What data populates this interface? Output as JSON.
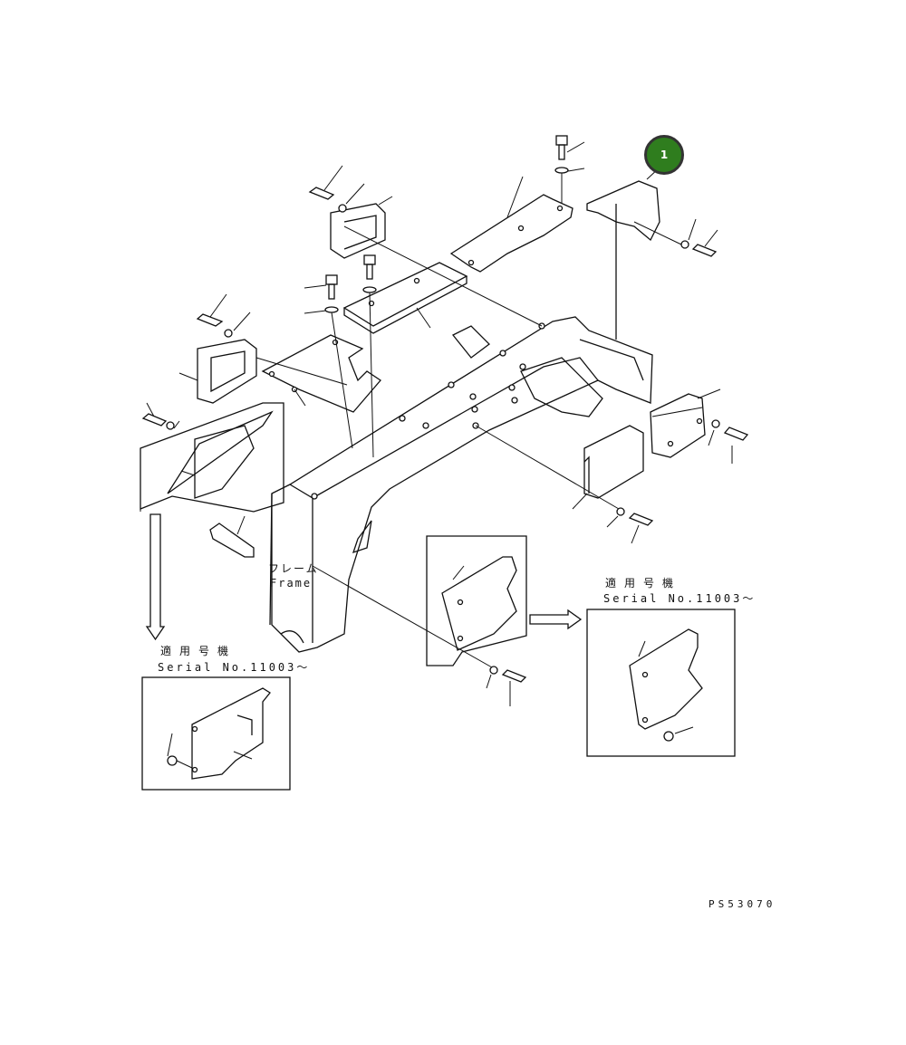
{
  "callout": {
    "number": "1",
    "color": "#2f7d1e"
  },
  "labels": {
    "frame_jp": "フレーム",
    "frame_en": "Frame",
    "applicable_left": "適用号機",
    "serial_left": "Serial No.11003～",
    "applicable_right": "適用号機",
    "serial_right": "Serial No.11003～",
    "drawing_number": "PS53070"
  },
  "icons": [
    "arrow-down-icon",
    "arrow-right-icon"
  ]
}
